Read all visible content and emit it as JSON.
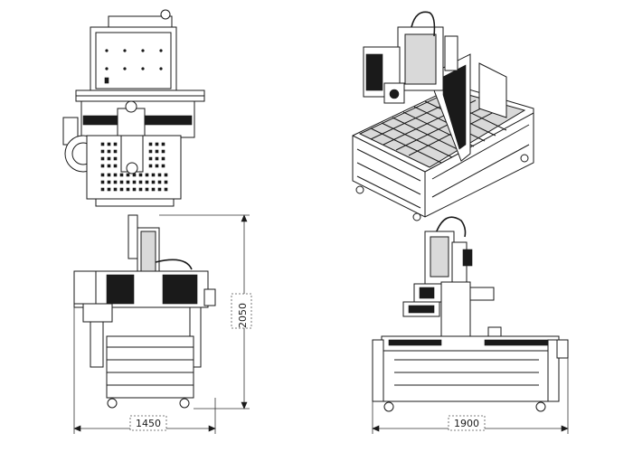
{
  "dimensions": {
    "height": "2050",
    "width_front": "1450",
    "width_side": "1900"
  },
  "colors": {
    "line": "#1a1a1a",
    "fill_dark": "#1a1a1a",
    "fill_light": "#d9d9d9",
    "background": "#ffffff"
  }
}
